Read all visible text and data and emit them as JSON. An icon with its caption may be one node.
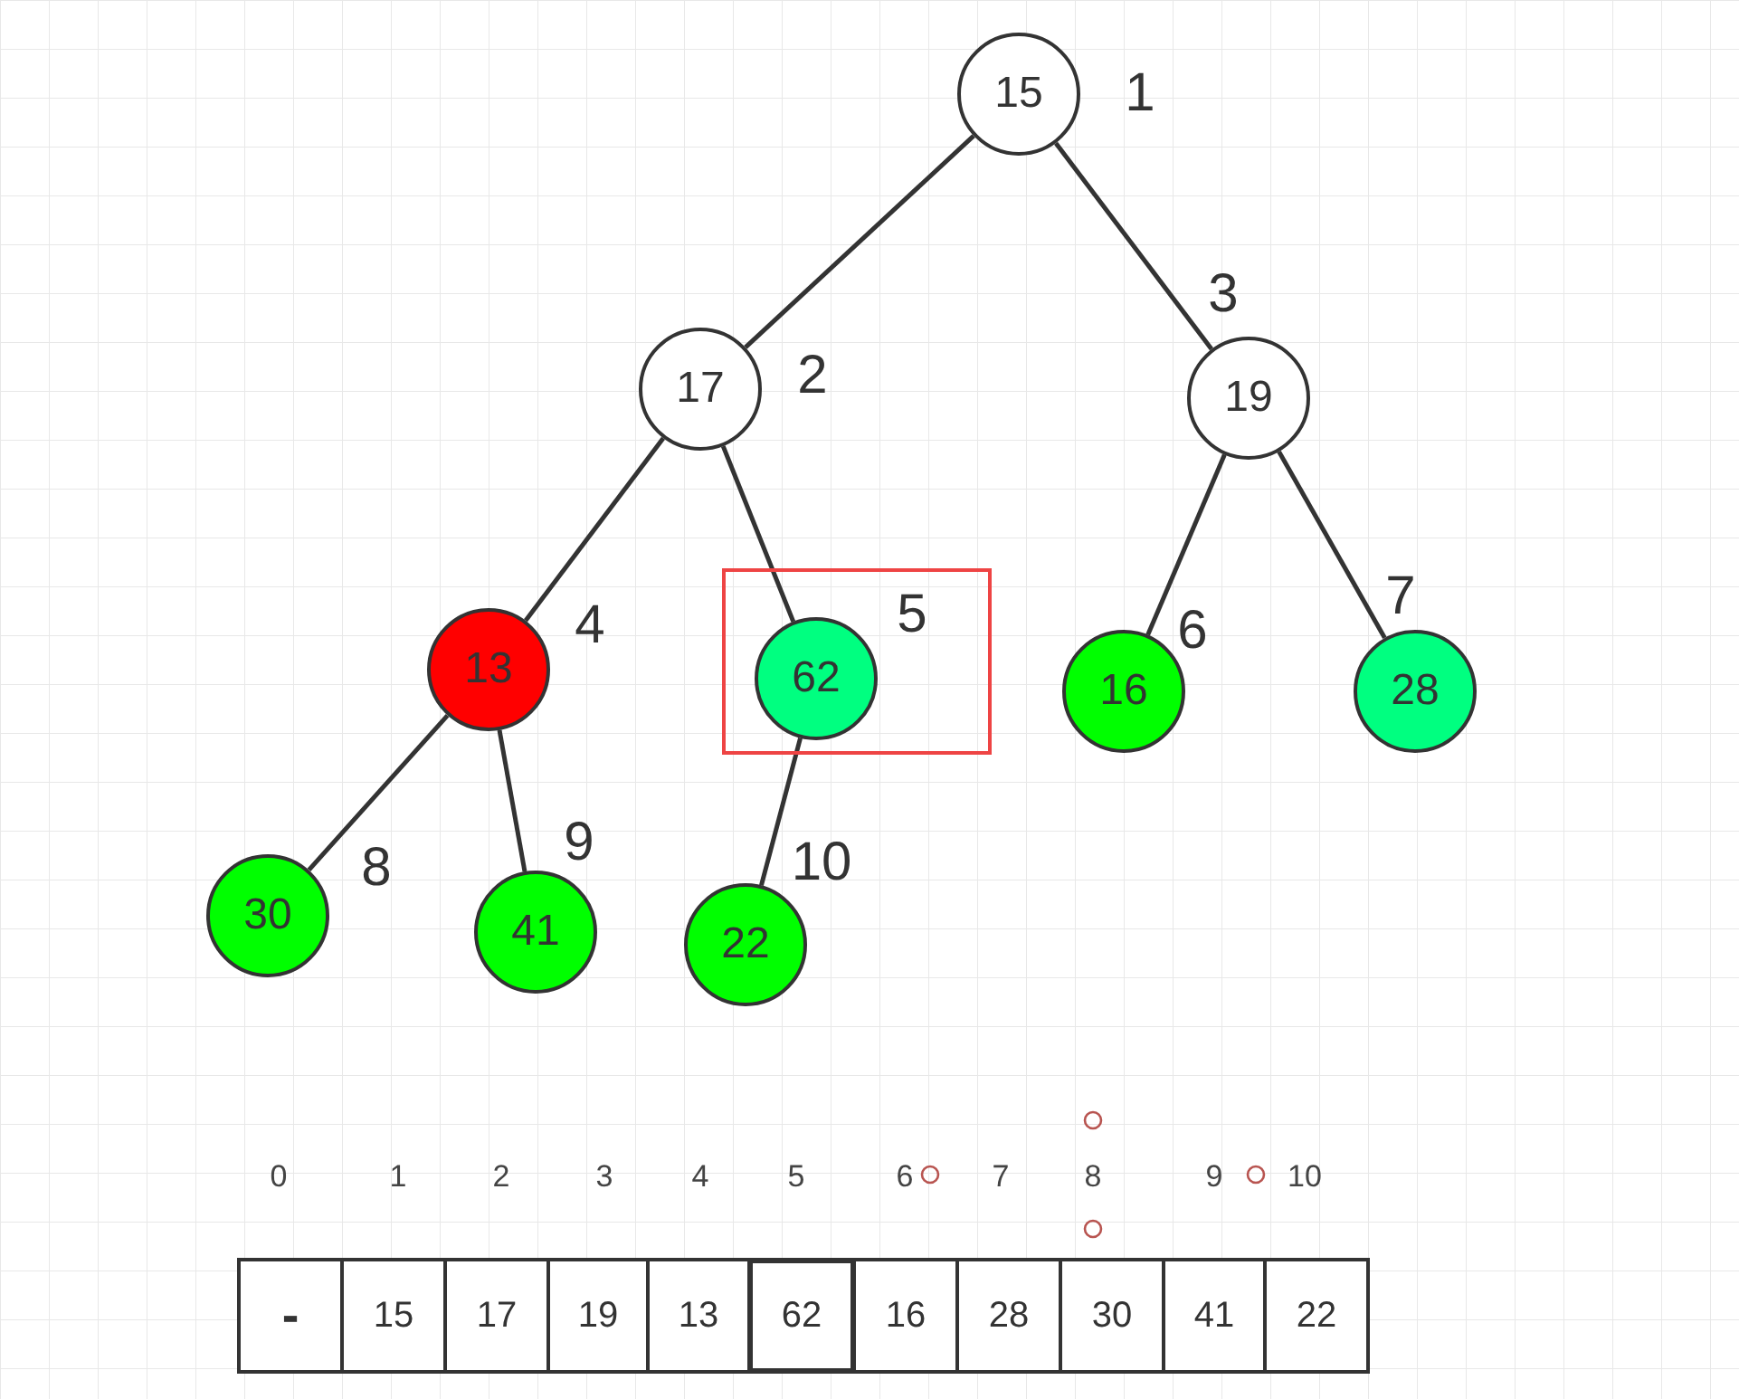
{
  "diagram": {
    "nodes": [
      {
        "text": [
          "15"
        ],
        "beside": [
          "1"
        ]
      },
      {
        "text": [
          "17"
        ],
        "beside": [
          "2"
        ]
      },
      {
        "text": [
          "19"
        ],
        "beside": [
          "3"
        ]
      },
      {
        "text": [
          "13"
        ],
        "beside": [
          "4"
        ]
      },
      {
        "text": [
          "62"
        ],
        "beside": [
          "5"
        ]
      },
      {
        "text": [
          "16"
        ],
        "beside": [
          "6"
        ]
      },
      {
        "text": [
          "28"
        ],
        "beside": [
          "7"
        ]
      },
      {
        "text": [
          "30"
        ],
        "beside": [
          "8"
        ]
      },
      {
        "text": [
          "41"
        ],
        "beside": [
          "9"
        ]
      },
      {
        "text": [
          "22"
        ],
        "beside": [
          "10"
        ]
      }
    ],
    "edges": [
      {
        "from": 0,
        "to": 1,
        "arrow": "none"
      },
      {
        "from": 0,
        "to": 2,
        "arrow": "none"
      },
      {
        "from": 1,
        "to": 3,
        "arrow": "none"
      },
      {
        "from": 1,
        "to": 4,
        "arrow": "none"
      },
      {
        "from": 2,
        "to": 5,
        "arrow": "none"
      },
      {
        "from": 2,
        "to": 6,
        "arrow": "none"
      },
      {
        "from": 3,
        "to": 7,
        "arrow": "none"
      },
      {
        "from": 3,
        "to": 8,
        "arrow": "none"
      },
      {
        "from": 4,
        "to": 9,
        "arrow": "none"
      }
    ],
    "labels": [
      "0",
      "1",
      "2",
      "3",
      "4",
      "5",
      "6",
      "7",
      "8",
      "9",
      "10",
      "-",
      "15",
      "17",
      "19",
      "13",
      "62",
      "16",
      "28",
      "30",
      "41",
      "22"
    ]
  }
}
